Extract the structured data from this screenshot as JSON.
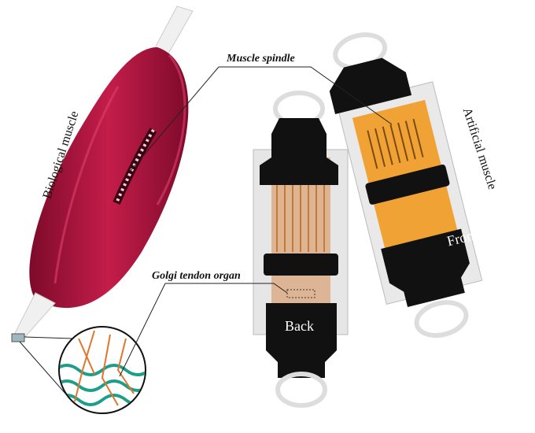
{
  "labels": {
    "muscle_spindle": "Muscle spindle",
    "golgi_tendon_organ": "Golgi tendon organ",
    "biological_muscle": "Biological muscle",
    "artificial_muscle": "Artificial muscle",
    "back": "Back",
    "front": "Front"
  },
  "colors": {
    "muscle": "#b0173f",
    "tendon": "#f2f2f2",
    "sensor_orange": "#e8a13a",
    "plate_black": "#111111",
    "fiber_green": "#1e9e8a",
    "fiber_orange": "#e0762b"
  }
}
